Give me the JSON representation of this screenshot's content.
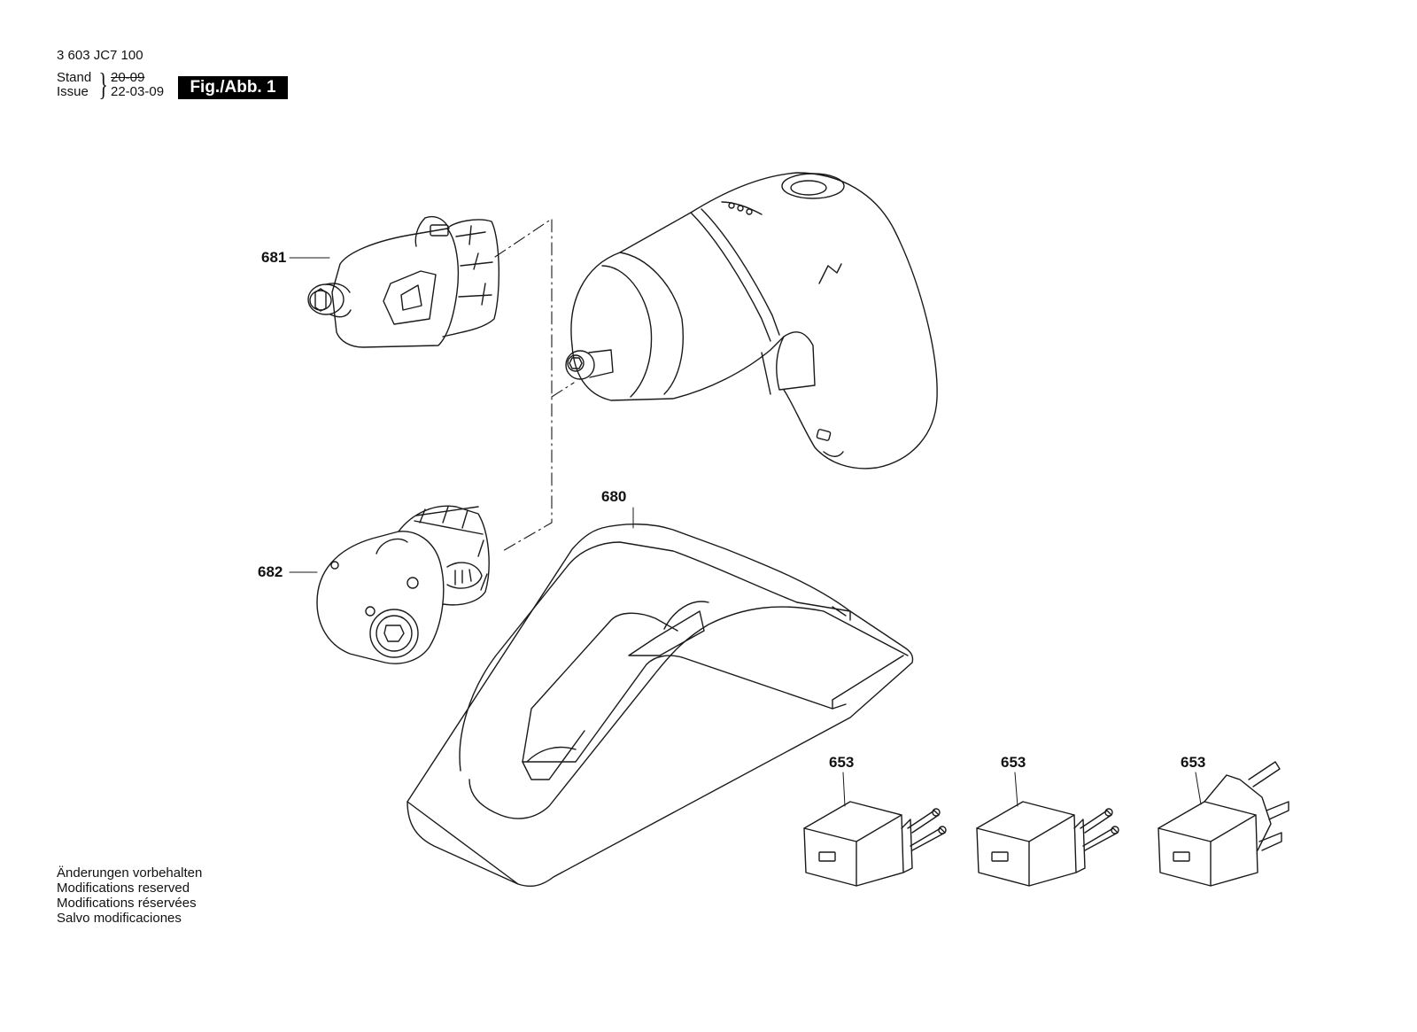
{
  "header": {
    "doc_number": "3 603 JC7 100",
    "stand_label": "Stand",
    "issue_label": "Issue",
    "old_date": "20-09",
    "issue_date": "22-03-09",
    "figure_label": "Fig./Abb. 1"
  },
  "parts": {
    "p681": "681",
    "p682": "682",
    "p680": "680",
    "p653a": "653",
    "p653b": "653",
    "p653c": "653"
  },
  "modifications": [
    "Änderungen vorbehalten",
    "Modifications reserved",
    "Modifications réservées",
    "Salvo modificaciones"
  ],
  "drawing": {
    "stroke_color": "#1a1a1a"
  }
}
